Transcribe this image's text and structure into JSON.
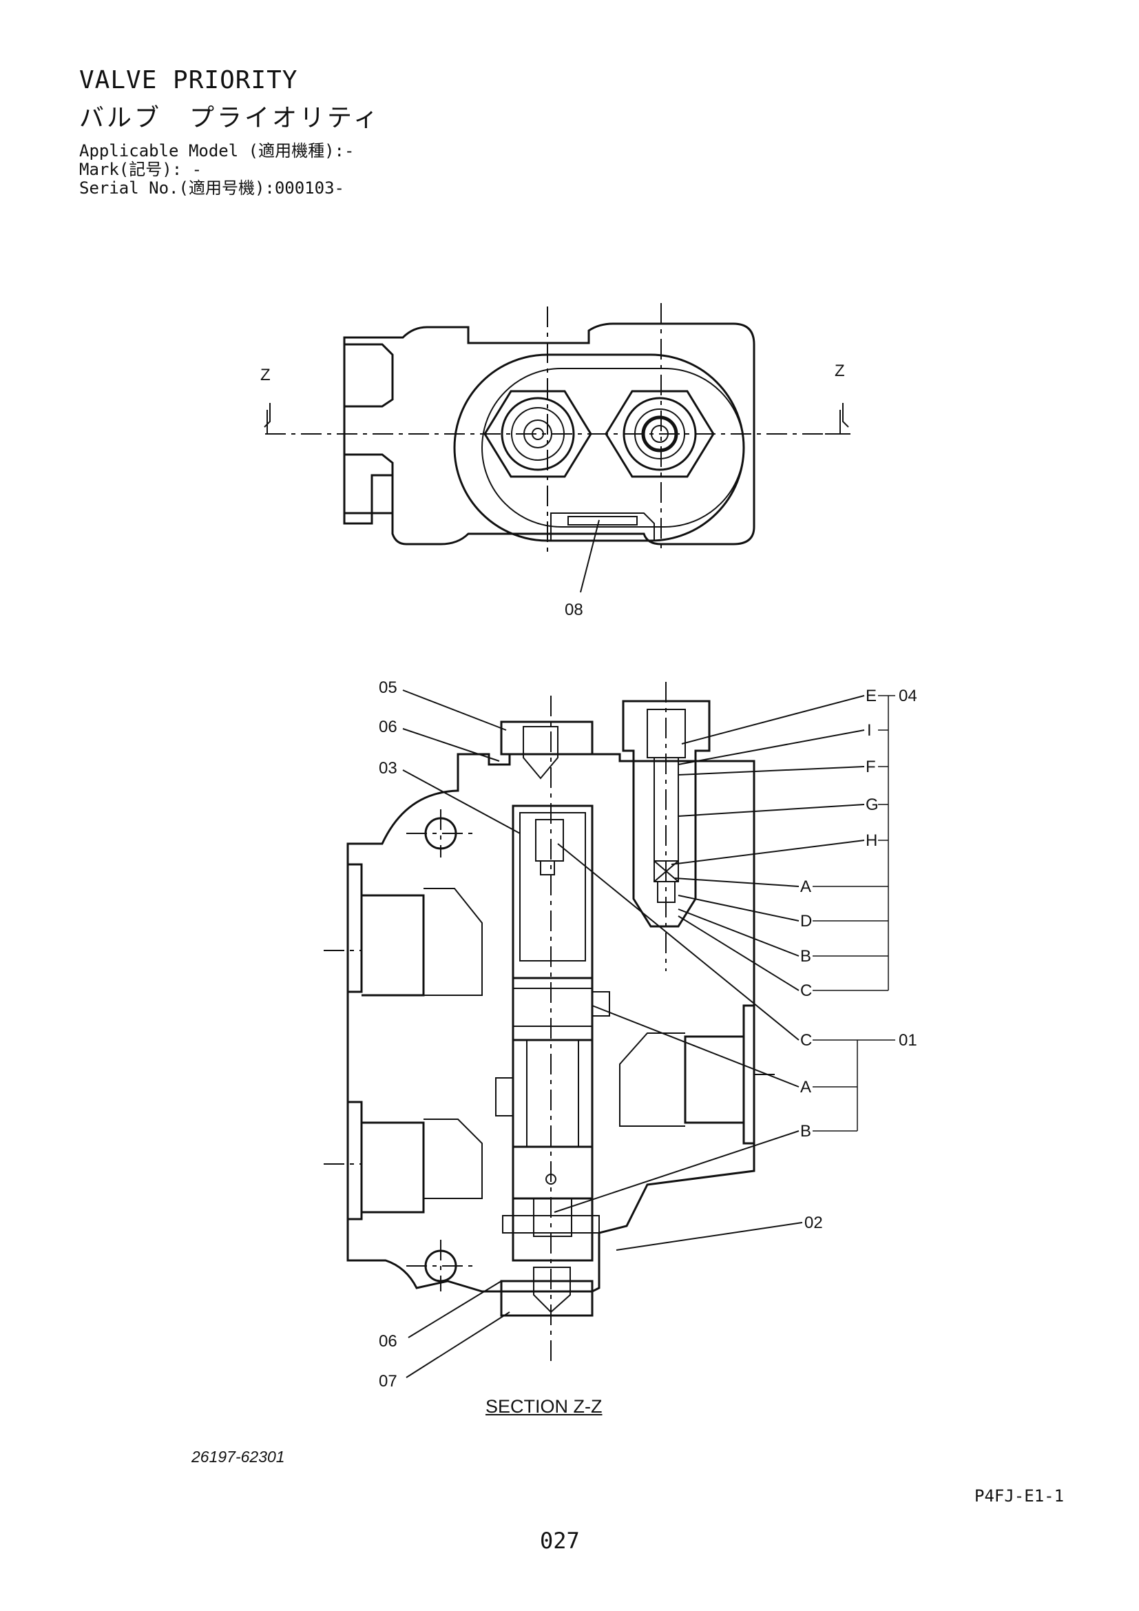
{
  "header": {
    "title_en": "VALVE PRIORITY",
    "title_ja": "バルブ　プライオリティ",
    "applicable_model": "Applicable Model (適用機種):-",
    "mark": "Mark(記号): -",
    "serial_no": "Serial No.(適用号機):000103-"
  },
  "top_view": {
    "section_marks": [
      "Z",
      "Z"
    ],
    "callouts": [
      "08"
    ]
  },
  "section_view": {
    "title": "SECTION Z-Z",
    "left_callouts": [
      "05",
      "06",
      "03",
      "06",
      "07"
    ],
    "right_callouts": [
      "E",
      "I",
      "F",
      "G",
      "H",
      "A",
      "D",
      "B",
      "C",
      "C",
      "A",
      "B",
      "02"
    ],
    "group_labels": [
      "04",
      "01"
    ]
  },
  "footer": {
    "part_number": "26197-62301",
    "drawing_code": "P4FJ-E1-1",
    "page_number": "027"
  }
}
